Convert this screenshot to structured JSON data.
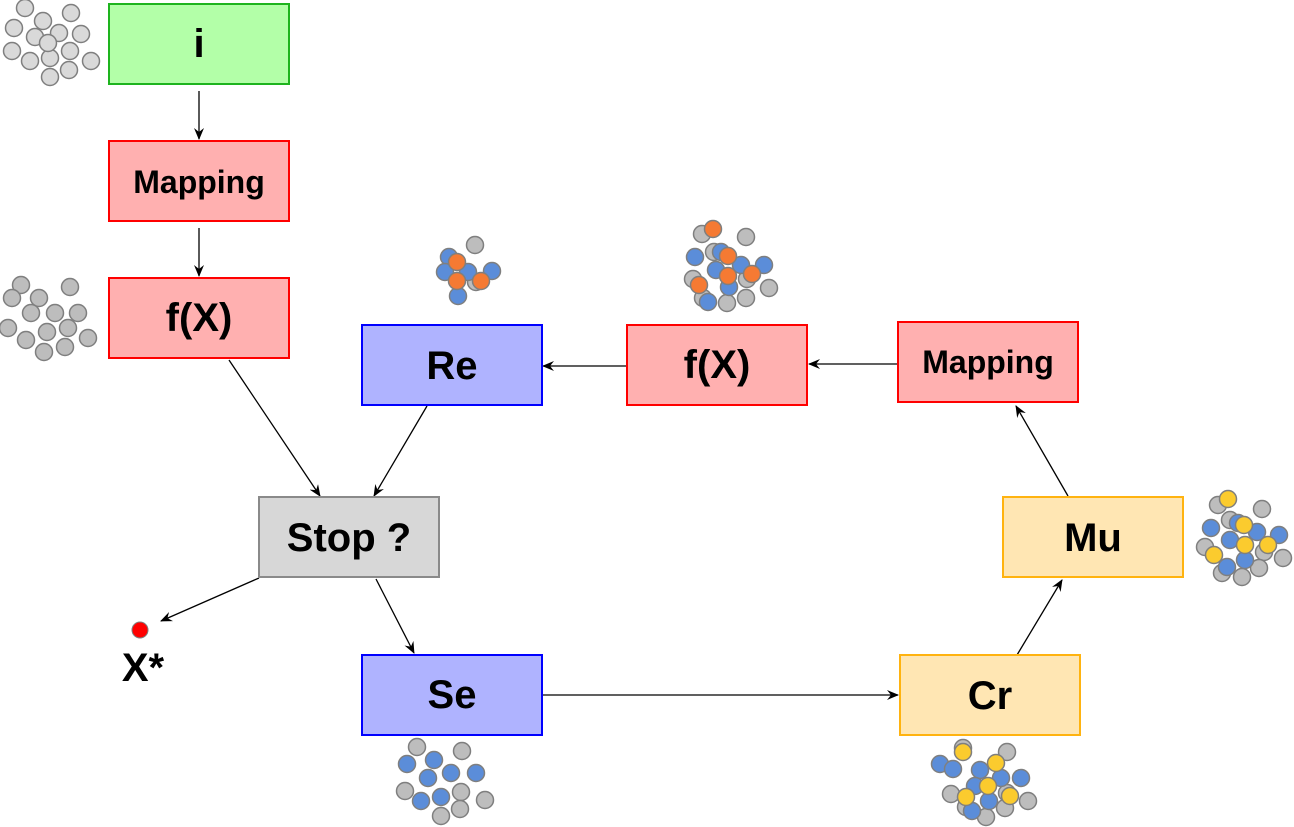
{
  "colors": {
    "green_fill": "#b3ffa8",
    "green_stroke": "#1eb41e",
    "red_fill": "#ffb0b0",
    "red_stroke": "#ff0000",
    "blue_fill": "#afb3ff",
    "blue_stroke": "#0000ff",
    "gray_fill": "#d7d7d7",
    "gray_stroke": "#8a8a8a",
    "yellow_fill": "#ffe6b3",
    "yellow_stroke": "#ffb310",
    "dot_gray": "#bdbdbd",
    "dot_gray_light": "#d9d9d9",
    "dot_blue": "#5b8dd9",
    "dot_orange": "#f57a33",
    "dot_yellow": "#fbcb2e",
    "dot_yellow_alt": "#f9b233",
    "optimum_dot": "#ff0000"
  },
  "nodes": {
    "init": {
      "label": "i",
      "style": "green"
    },
    "mapping_1": {
      "label": "Mapping",
      "style": "red"
    },
    "fx_1": {
      "label": "f(X)",
      "style": "red"
    },
    "replacement": {
      "label": "Re",
      "style": "blue"
    },
    "fx_2": {
      "label": "f(X)",
      "style": "red"
    },
    "mapping_2": {
      "label": "Mapping",
      "style": "red"
    },
    "stop": {
      "label": "Stop ?",
      "style": "gray"
    },
    "mutation": {
      "label": "Mu",
      "style": "yellow"
    },
    "selection": {
      "label": "Se",
      "style": "blue"
    },
    "crossover": {
      "label": "Cr",
      "style": "yellow"
    }
  },
  "result": {
    "label": "X*"
  },
  "edges": [
    {
      "from": "init",
      "to": "mapping_1"
    },
    {
      "from": "mapping_1",
      "to": "fx_1"
    },
    {
      "from": "fx_1",
      "to": "stop"
    },
    {
      "from": "replacement",
      "to": "stop"
    },
    {
      "from": "stop",
      "to": "result"
    },
    {
      "from": "stop",
      "to": "selection"
    },
    {
      "from": "selection",
      "to": "crossover"
    },
    {
      "from": "crossover",
      "to": "mutation"
    },
    {
      "from": "mutation",
      "to": "mapping_2"
    },
    {
      "from": "mapping_2",
      "to": "fx_2"
    },
    {
      "from": "fx_2",
      "to": "replacement"
    }
  ],
  "populations": [
    {
      "name": "initial-population",
      "composition": "light-gray individuals"
    },
    {
      "name": "evaluated-population",
      "composition": "gray individuals"
    },
    {
      "name": "replacement-population",
      "composition": "blue, orange and gray individuals"
    },
    {
      "name": "evaluated-offspring-population",
      "composition": "blue, orange and gray individuals"
    },
    {
      "name": "mutated-population",
      "composition": "blue, yellow and gray individuals"
    },
    {
      "name": "crossover-population",
      "composition": "blue, yellow and gray individuals"
    },
    {
      "name": "selected-population",
      "composition": "blue and gray individuals"
    }
  ]
}
